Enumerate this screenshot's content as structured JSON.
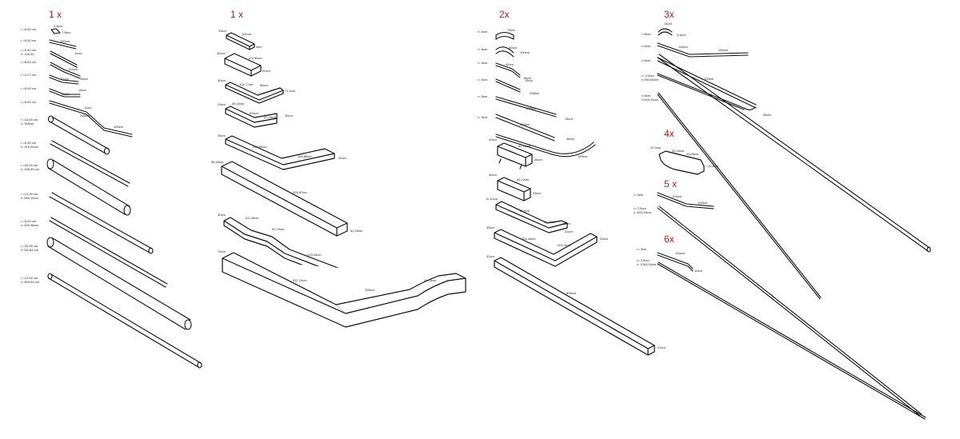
{
  "headers": [
    "1 x",
    "1 x",
    "2x",
    "3x",
    "4x",
    "5 x",
    "6x"
  ],
  "colors": {
    "header": "#c4161c",
    "line": "#111111",
    "background": "#ffffff"
  },
  "col1": {
    "radii": [
      "r =5,00 cm",
      "r =5,00 cm",
      "r =5,00 cm",
      "r =8,00 cm",
      "r =2,27 cm",
      "r =5,00 cm",
      "r =5,00 cm",
      "r =14,00 cm",
      "r =5,00 cm",
      "r =20,00 cm",
      "r =14,00 cm",
      "r =5,20 cm",
      "r =20,00 cm",
      "r =12,52 cm"
    ],
    "lengths": [
      "",
      "",
      "l= 126,00",
      "",
      "",
      "",
      "",
      "l= 305cm",
      "l= 419,00cm",
      "l= 408,45 cm",
      "l= 549,15cm",
      "l= 629,96cm",
      "l=752,64 cm",
      "l= 815,59 cm"
    ],
    "dims": [
      "3,5cm",
      "7,5cm",
      "100cm",
      "11cm",
      "122cm",
      "15cm",
      "81cm",
      "16cm",
      "56cm",
      "11cm",
      "298cm",
      "100cm"
    ]
  },
  "col2": {
    "left": [
      "29cm",
      "40cm",
      "30cm",
      "29cm",
      "39cm",
      "56,90cm",
      "40cm",
      "70cm"
    ],
    "dims": [
      "101cm",
      "9cm",
      "123,52cm",
      "20cm",
      "115,77cm",
      "85cm",
      "71,5cm",
      "35,44cm",
      "100cm",
      "20,26cm",
      "30cm",
      "250,65cm",
      "165,85cm",
      "20cm",
      "326,87cm",
      "51,45cm",
      "112,45cm",
      "92,70cm",
      "213,26cm",
      "34,50cm",
      "537,29cm",
      "296cm",
      "449,8cm"
    ]
  },
  "col3": {
    "radii": [
      "r= 8cm",
      "r= 8cm",
      "r= 5cm",
      "r= 5cm",
      "r= 5cm",
      "r= 5cm"
    ],
    "left": [
      "40cm",
      "40cm",
      "11,42cm",
      "30cm",
      "22cm"
    ],
    "dims": [
      "75cm",
      "50cm",
      "100cm",
      "42cm",
      "15cm",
      "15cm",
      "258cm",
      "275cm",
      "15cm",
      "218cm",
      "35cm",
      "120cm",
      "82,12cm",
      "28cm",
      "82,12cm",
      "29cm",
      "213cm",
      "36,42cm",
      "22cm",
      "22cm",
      "204,44cm",
      "133,75cm",
      "20cm",
      "835cm",
      "21cm"
    ]
  },
  "col4": {
    "radii": [
      "r=5cm",
      "r=5cm",
      "r=5cm",
      "r= 2,5cm",
      "r=5cm"
    ],
    "lengths": [
      "",
      "",
      "",
      "l=390,55cm",
      "l=416,42cm"
    ],
    "dims": [
      "14cm",
      "3,5cm",
      "115cm",
      "100cm",
      "200cm",
      "58cm"
    ],
    "g4": [
      "22,5cm",
      "30,43cm",
      "29,55cm",
      "22,5cm"
    ],
    "g5": [
      "r= 5cm",
      "r= 2,5cm",
      "l= 833,28cm",
      "104cm",
      "100cm"
    ],
    "g6": [
      "r= 5cm",
      "r= 2,5cm",
      "l= 1264,94cm",
      "104cm",
      "10cm"
    ]
  }
}
